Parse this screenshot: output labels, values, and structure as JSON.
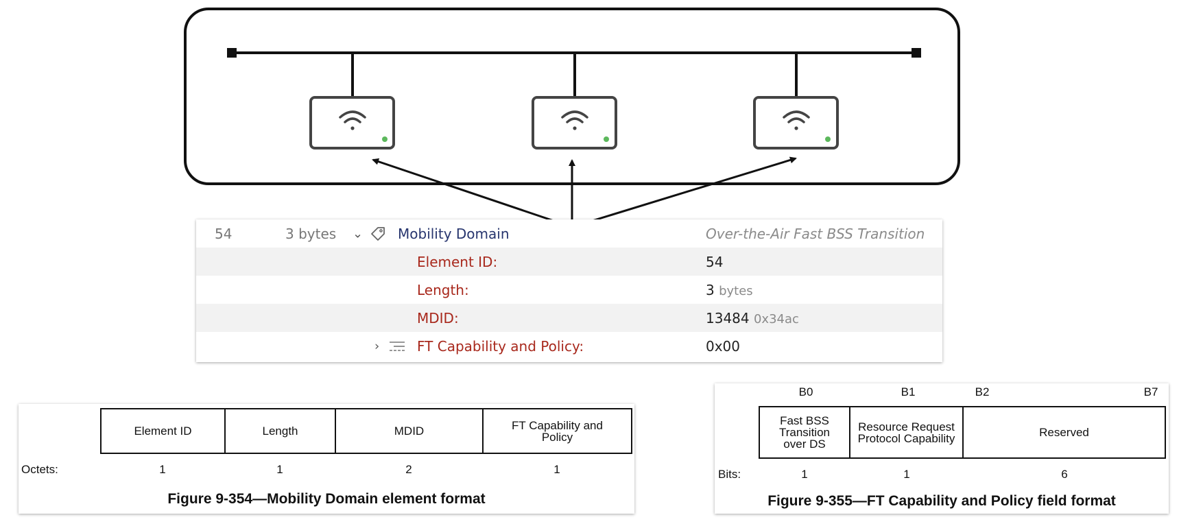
{
  "packet": {
    "header": {
      "element_id": "54",
      "length": "3 bytes",
      "title": "Mobility Domain",
      "description": "Over-the-Air Fast BSS Transition"
    },
    "fields": [
      {
        "label": "Element ID:",
        "value": "54",
        "unit": ""
      },
      {
        "label": "Length:",
        "value": "3",
        "unit": "bytes"
      },
      {
        "label": "MDID:",
        "value": "13484",
        "unit": "0x34ac"
      },
      {
        "label": "FT Capability and Policy:",
        "value": "0x00",
        "unit": ""
      }
    ]
  },
  "fig354": {
    "columns": [
      "Element ID",
      "Length",
      "MDID",
      "FT Capability and Policy"
    ],
    "row_label": "Octets:",
    "sizes": [
      "1",
      "1",
      "2",
      "1"
    ],
    "caption": "Figure 9-354—Mobility Domain element format"
  },
  "fig355": {
    "bit_labels": [
      "B0",
      "B1",
      "B2",
      "B7"
    ],
    "columns": [
      "Fast BSS Transition over DS",
      "Resource Request Protocol Capability",
      "Reserved"
    ],
    "row_label": "Bits:",
    "sizes": [
      "1",
      "1",
      "6"
    ],
    "caption": "Figure 9-355—FT Capability and Policy field format"
  },
  "icons": {
    "access_point": "wifi-icon",
    "status_led_color": "#5cb85c"
  }
}
